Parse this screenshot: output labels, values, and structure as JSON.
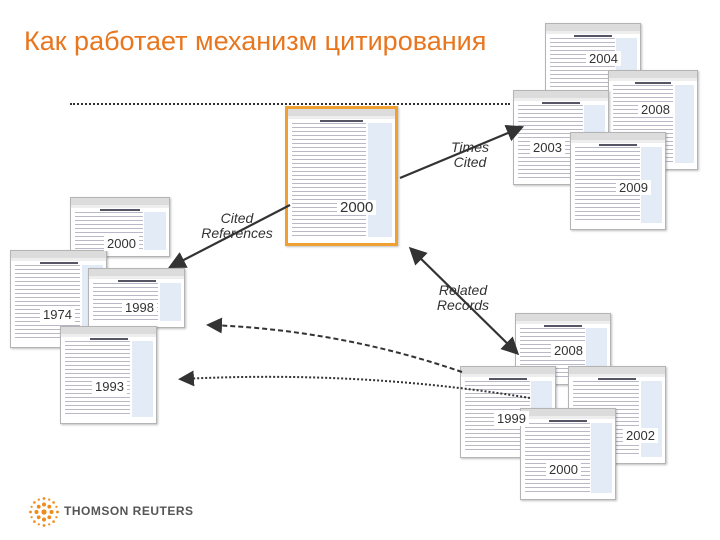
{
  "title": "Как работает механизм цитирования",
  "labels": {
    "times_cited": "Times\nCited",
    "cited_references": "Cited\nReferences",
    "related_records": "Related\nRecords"
  },
  "years": {
    "center": "2000",
    "y2004": "2004",
    "y2008_top": "2008",
    "y2003": "2003",
    "y2009": "2009",
    "y2000_left": "2000",
    "y1974": "1974",
    "y1998": "1998",
    "y1993": "1993",
    "y2008_bottom": "2008",
    "y1999": "1999",
    "y2002": "2002",
    "y2000_bottom": "2000"
  },
  "logo": {
    "text": "THOMSON REUTERS"
  },
  "colors": {
    "title": "#e8761e",
    "highlight": "#f0a030",
    "text": "#333333"
  }
}
